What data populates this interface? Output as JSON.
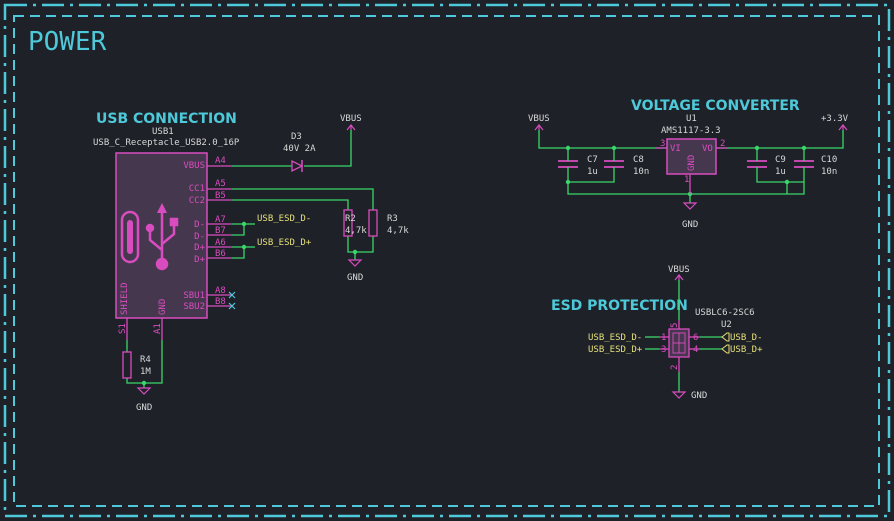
{
  "sheet_title": "POWER",
  "colors": {
    "background": "#1e2128",
    "frame": "#4ec9d9",
    "wire": "#3ad66a",
    "component": "#d94cc0",
    "body_fill": "#45384e",
    "label": "#e6e07a",
    "text": "#d8d8d8",
    "value_text": "#dcdcdc"
  },
  "sections": {
    "usb": "USB CONNECTION",
    "vreg": "VOLTAGE CONVERTER",
    "esd": "ESD PROTECTION"
  },
  "usb1": {
    "ref": "USB1",
    "value": "USB_C_Receptacle_USB2.0_16P",
    "pins_left": [
      "VBUS",
      "CC1",
      "CC2",
      "D-",
      "D-",
      "D+",
      "D+",
      "SBU1",
      "SBU2"
    ],
    "pin_numbers": [
      "A4",
      "A5",
      "B5",
      "A7",
      "B7",
      "A6",
      "B6",
      "A8",
      "B8"
    ],
    "shield": "SHIELD",
    "shield_num": "S1",
    "gnd": "GND",
    "gnd_num": "A1"
  },
  "d3": {
    "ref": "D3",
    "value": "40V 2A"
  },
  "r2": {
    "ref": "R2",
    "value": "4,7k"
  },
  "r3": {
    "ref": "R3",
    "value": "4,7k"
  },
  "r4": {
    "ref": "R4",
    "value": "1M"
  },
  "nets": {
    "vbus": "VBUS",
    "gnd": "GND",
    "v33": "+3.3V",
    "usb_esd_dm": "USB_ESD_D-",
    "usb_esd_dp": "USB_ESD_D+",
    "usb_dm": "USB_D-",
    "usb_dp": "USB_D+"
  },
  "u1": {
    "ref": "U1",
    "value": "AMS1117-3.3",
    "vi": "VI",
    "vo": "VO",
    "gnd": "GND",
    "pin_vi": "3",
    "pin_vo": "2",
    "pin_gnd": "1"
  },
  "c7": {
    "ref": "C7",
    "value": "1u"
  },
  "c8": {
    "ref": "C8",
    "value": "10n"
  },
  "c9": {
    "ref": "C9",
    "value": "1u"
  },
  "c10": {
    "ref": "C10",
    "value": "10n"
  },
  "u2": {
    "ref": "U2",
    "value": "USBLC6-2SC6",
    "pins": [
      "1",
      "3",
      "6",
      "4",
      "5",
      "2"
    ]
  }
}
